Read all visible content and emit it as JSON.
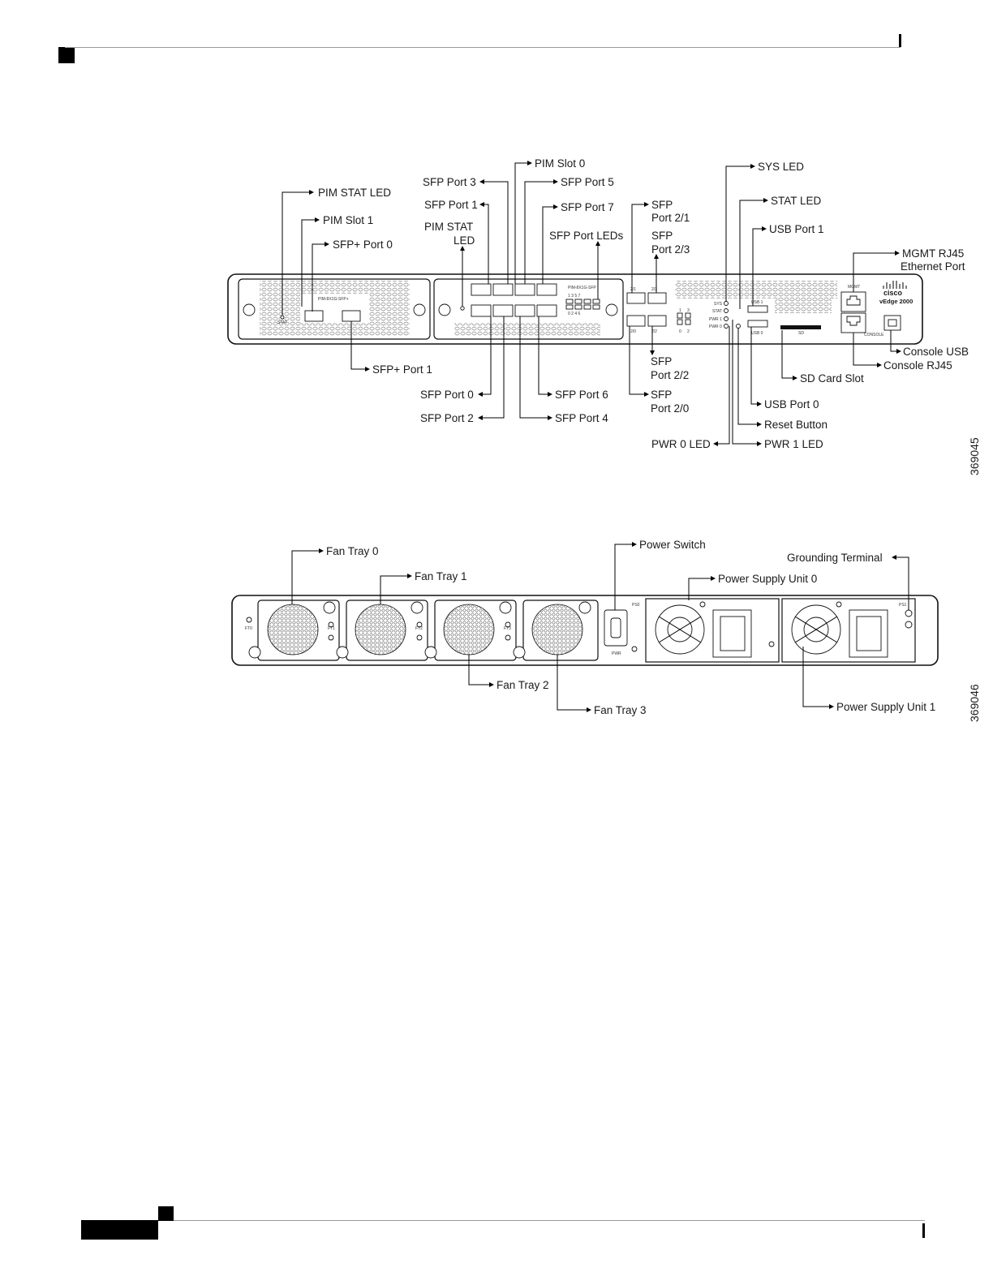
{
  "figure_front": {
    "figure_id": "369045",
    "callouts": {
      "pim_stat_led_left": "PIM STAT LED",
      "pim_slot_1": "PIM Slot 1",
      "sfp_plus_port_0": "SFP+ Port 0",
      "sfp_plus_port_1": "SFP+ Port 1",
      "sfp_port_3": "SFP Port 3",
      "sfp_port_1": "SFP Port 1",
      "pim_stat_led_mid_1": "PIM STAT",
      "pim_stat_led_mid_2": "LED",
      "pim_slot_0": "PIM Slot 0",
      "sfp_port_5": "SFP Port 5",
      "sfp_port_7": "SFP Port 7",
      "sfp_port_leds": "SFP Port LEDs",
      "sfp_port_0": "SFP Port 0",
      "sfp_port_2": "SFP Port 2",
      "sfp_port_6": "SFP Port 6",
      "sfp_port_4": "SFP Port 4",
      "sfp_2_1_a": "SFP",
      "sfp_2_1_b": "Port 2/1",
      "sfp_2_3_a": "SFP",
      "sfp_2_3_b": "Port 2/3",
      "sfp_2_2_a": "SFP",
      "sfp_2_2_b": "Port 2/2",
      "sfp_2_0_a": "SFP",
      "sfp_2_0_b": "Port 2/0",
      "sys_led": "SYS LED",
      "stat_led": "STAT LED",
      "usb_port_1": "USB Port 1",
      "mgmt_rj45_a": "MGMT RJ45",
      "mgmt_rj45_b": "Ethernet Port",
      "console_usb": "Console USB",
      "console_rj45": "Console RJ45",
      "sd_card_slot": "SD Card Slot",
      "usb_port_0": "USB Port 0",
      "reset_button": "Reset Button",
      "pwr_0_led": "PWR 0 LED",
      "pwr_1_led": "PWR 1 LED"
    },
    "device_markings": {
      "brand": "cisco",
      "model": "vEdge 2000",
      "pim_left_label": "PIM-8X1G-SFP+",
      "pim_right_label": "PIM-8X1G-SFP",
      "stat_small": "STAT",
      "mgmt": "MGMT",
      "console": "CONSOLE",
      "usb1": "USB 1",
      "usb0": "USB 0",
      "sd": "SD",
      "sys": "SYS",
      "stat": "STAT",
      "pwr1": "PWR 1",
      "pwr0": "PWR 0",
      "led_nums_top": "1 3 5 7",
      "led_nums_bottom": "0 2 4 6",
      "p21": "2/1",
      "p23": "2/3",
      "p20": "2/0",
      "p22": "2/2",
      "n1": "1",
      "n3": "3",
      "n0": "0",
      "n2": "2"
    }
  },
  "figure_rear": {
    "figure_id": "369046",
    "callouts": {
      "fan_tray_0": "Fan Tray 0",
      "fan_tray_1": "Fan Tray 1",
      "fan_tray_2": "Fan Tray 2",
      "fan_tray_3": "Fan Tray 3",
      "power_switch": "Power Switch",
      "grounding_terminal": "Grounding Terminal",
      "power_supply_unit_0": "Power Supply Unit 0",
      "power_supply_unit_1": "Power Supply Unit 1"
    },
    "device_markings": {
      "ft0": "FT0",
      "ft1": "FT1",
      "ft2": "FT2",
      "ft3": "FT3",
      "ps0": "PS0",
      "ps1": "PS1",
      "pwr": "PWR"
    }
  }
}
